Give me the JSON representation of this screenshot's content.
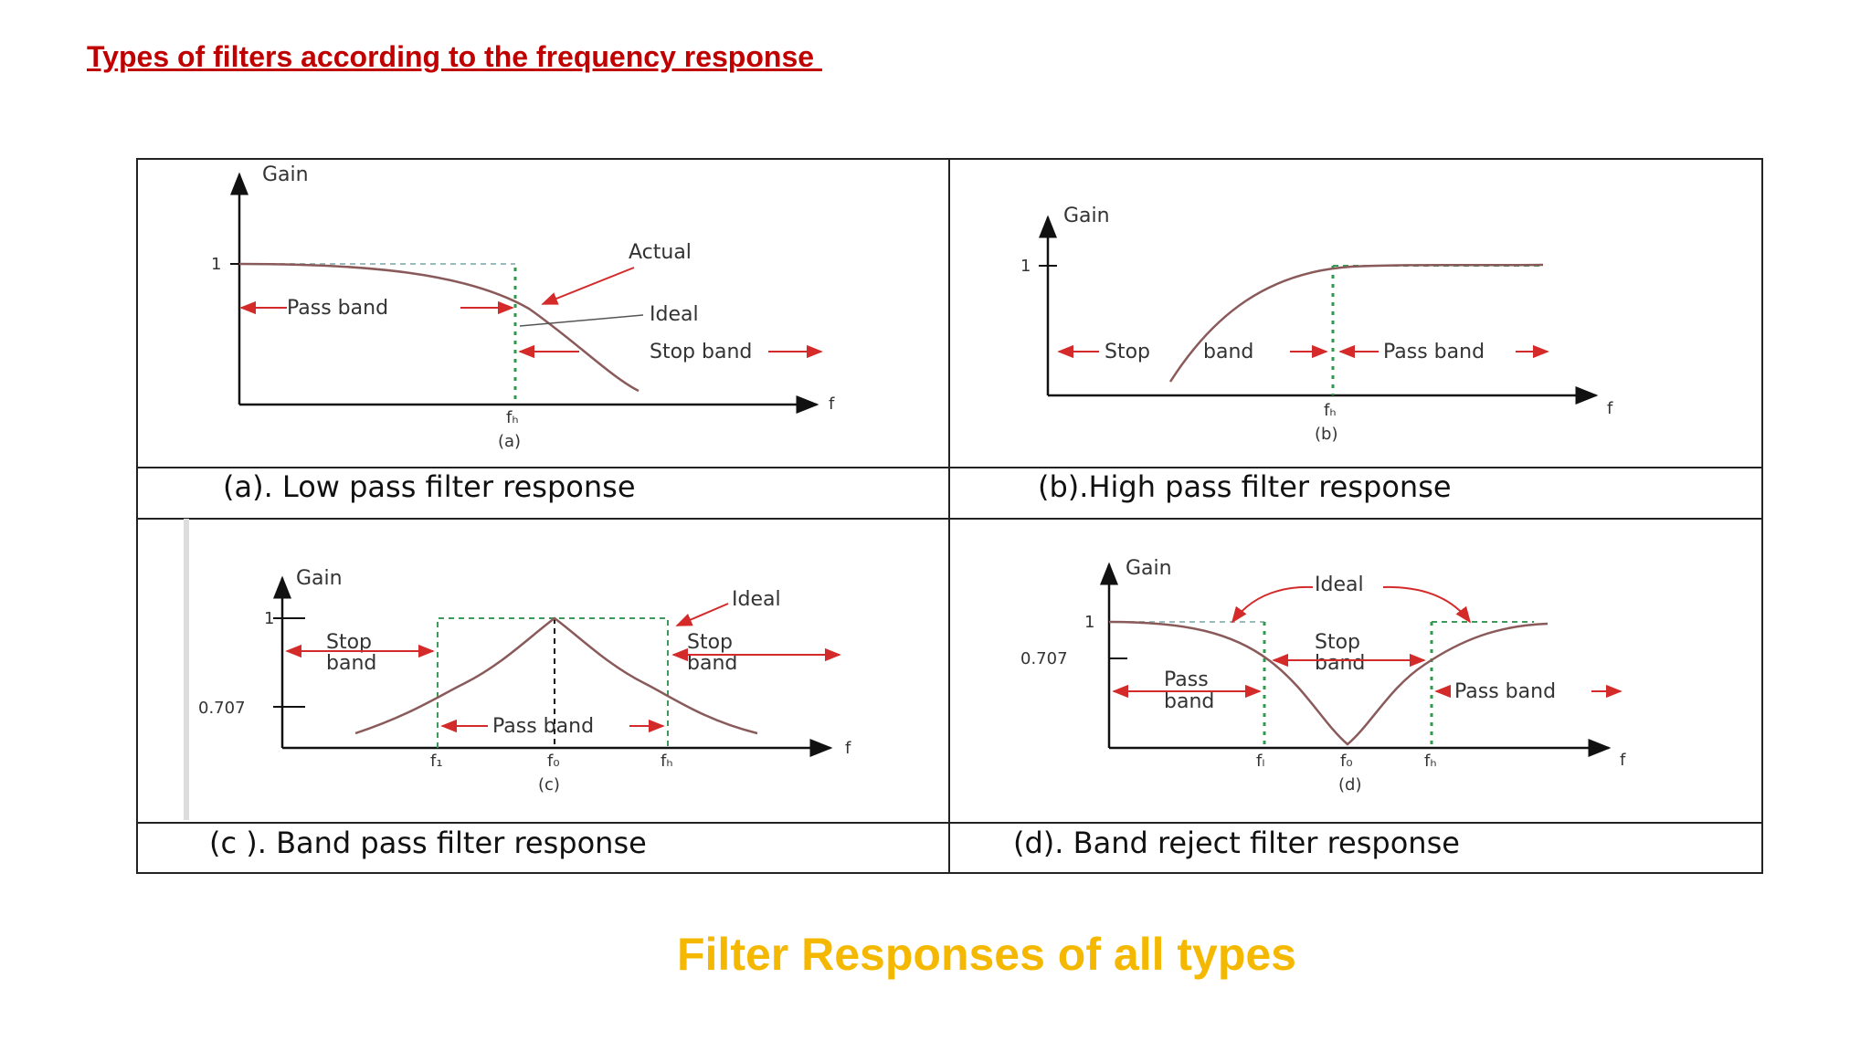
{
  "heading": "Types of filters according to the frequency response ",
  "footer_title": "Filter Responses of all types",
  "colors": {
    "heading": "#c00000",
    "footer": "#f5b800",
    "arrow": "#d42a2a",
    "guide": "#2e9a4a",
    "curve": "#8a5a5a"
  },
  "panels": {
    "a": {
      "caption": "(a). Low pass filter response",
      "sub": "(a)",
      "gain": "Gain",
      "one": "1",
      "f": "f",
      "fc": "fₕ",
      "pass_band": "Pass band",
      "stop_band": "Stop band",
      "actual": "Actual",
      "ideal": "Ideal"
    },
    "b": {
      "caption": "(b).High pass filter response",
      "sub": "(b)",
      "gain": "Gain",
      "one": "1",
      "f": "f",
      "fc": "fₕ",
      "stop": "Stop",
      "band": "band",
      "pass_band": "Pass band"
    },
    "c": {
      "caption": "(c ). Band pass filter response",
      "sub": "(c)",
      "gain": "Gain",
      "one": "1",
      "f": "f",
      "v707": "0.707",
      "stop": "Stop",
      "band": "band",
      "pass_band": "Pass band",
      "ideal": "Ideal",
      "f1": "f₁",
      "f0": "f₀",
      "fh": "fₕ"
    },
    "d": {
      "caption": "(d). Band reject filter response",
      "sub": "(d)",
      "gain": "Gain",
      "one": "1",
      "f": "f",
      "v707": "0.707",
      "ideal": "Ideal",
      "stop": "Stop",
      "band": "band",
      "pass": "Pass",
      "pass_band": "Pass band",
      "f1": "fₗ",
      "f0": "f₀",
      "fh": "fₕ"
    }
  }
}
